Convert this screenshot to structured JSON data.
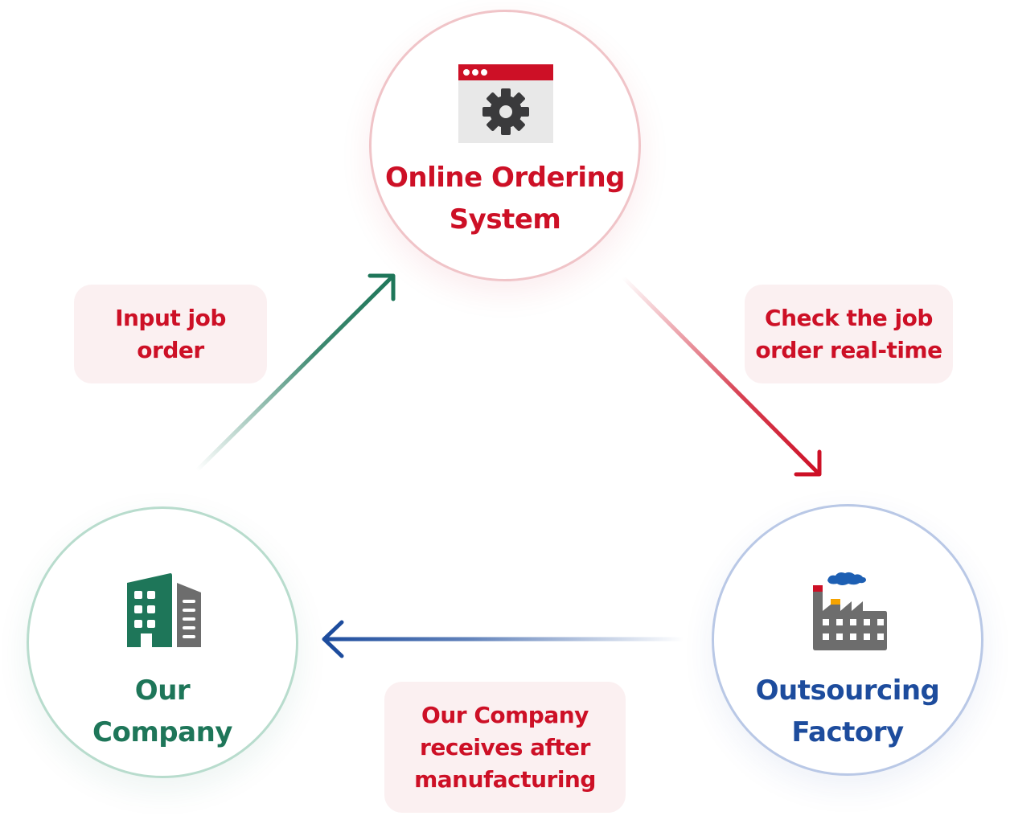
{
  "nodes": {
    "online_ordering": {
      "title": "Online Ordering\nSystem",
      "icon": "browser-gear-icon"
    },
    "our_company": {
      "title": "Our\nCompany",
      "icon": "office-building-icon"
    },
    "outsourcing_factory": {
      "title": "Outsourcing\nFactory",
      "icon": "factory-icon"
    }
  },
  "edges": [
    {
      "from": "our_company",
      "to": "online_ordering",
      "label": "Input job\norder",
      "color": "#1e7659"
    },
    {
      "from": "online_ordering",
      "to": "outsourcing_factory",
      "label": "Check the job\norder real-time",
      "color": "#cd1026"
    },
    {
      "from": "outsourcing_factory",
      "to": "our_company",
      "label": "Our Company\nreceives after\nmanufacturing",
      "color": "#1d4c9d"
    }
  ],
  "colors": {
    "red": "#cd1026",
    "green": "#1e7659",
    "blue": "#1d4c9d",
    "gray": "#6d6d6d"
  }
}
